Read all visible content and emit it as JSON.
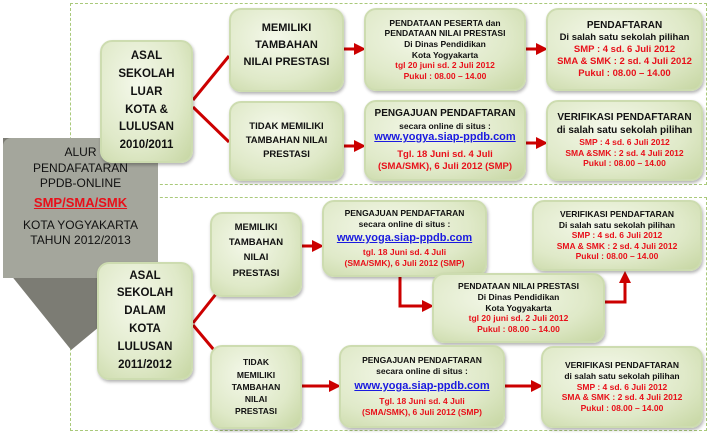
{
  "banner": {
    "line1": "ALUR",
    "line2": "PENDAFATARAN",
    "line3": "PPDB-ONLINE",
    "levels": "SMP/SMA/SMK",
    "city": "KOTA YOGYAKARTA",
    "year": "TAHUN 2012/2013"
  },
  "top": {
    "origin": {
      "l1": "ASAL",
      "l2": "SEKOLAH",
      "l3": "LUAR",
      "l4": "KOTA &",
      "l5": "LULUSAN",
      "l6": "2010/2011"
    },
    "with_prestasi": {
      "l1": "MEMILIKI",
      "l2": "TAMBAHAN",
      "l3": "NILAI PRESTASI"
    },
    "without_prestasi": {
      "l1": "TIDAK MEMILIKI",
      "l2": "TAMBAHAN NILAI",
      "l3": "PRESTASI"
    },
    "pendataan": {
      "l1": "PENDATAAN PESERTA dan",
      "l2": "PENDATAAN NILAI PRESTASI",
      "l3": "Di Dinas Pendidikan",
      "l4": "Kota Yogyakarta",
      "date": "tgl 20 juni sd. 2 Juli 2012",
      "time": "Pukul : 08.00 – 14.00"
    },
    "pendaftaran": {
      "title": "PENDAFTARAN",
      "sub": "Di salah satu sekolah pilihan",
      "smp": "SMP : 4 sd. 6 Juli 2012",
      "sma": "SMA & SMK : 2 sd. 4 Juli 2012",
      "time": "Pukul : 08.00 – 14.00"
    },
    "pengajuan": {
      "title": "PENGAJUAN PENDAFTARAN",
      "sub": "secara online di situs  :",
      "url": "www.yogya.siap-ppdb.com",
      "date1": "Tgl. 18 Juni sd. 4 Juli",
      "date2": "(SMA/SMK), 6 Juli 2012 (SMP)"
    },
    "verifikasi": {
      "title": "VERIFIKASI PENDAFTARAN",
      "sub": "di salah satu sekolah pilihan",
      "smp": "SMP : 4 sd. 6 Juli 2012",
      "sma": "SMA &SMK : 2 sd. 4 Juli 2012",
      "time": "Pukul : 08.00 – 14.00"
    }
  },
  "bottom": {
    "origin": {
      "l1": "ASAL",
      "l2": "SEKOLAH",
      "l3": "DALAM",
      "l4": "KOTA",
      "l5": "LULUSAN",
      "l6": "2011/2012"
    },
    "with_prestasi": {
      "l1": "MEMILIKI",
      "l2": "TAMBAHAN",
      "l3": "NILAI",
      "l4": "PRESTASI"
    },
    "without_prestasi": {
      "l1": "TIDAK",
      "l2": "MEMILIKI",
      "l3": "TAMBAHAN",
      "l4": "NILAI",
      "l5": "PRESTASI"
    },
    "pengajuan1": {
      "title": "PENGAJUAN PENDAFTARAN",
      "sub": "secara online di situs  :",
      "url": "www.yoga.siap-ppdb.com",
      "date1": "tgl. 18 Juni sd. 4 Juli",
      "date2": "(SMA/SMK), 6 Juli 2012 (SMP)"
    },
    "verifikasi1": {
      "title": "VERIFIKASI PENDAFTARAN",
      "sub": "Di salah satu sekolah pilihan",
      "smp": "SMP : 4 sd. 6 Juli 2012",
      "sma": "SMA & SMK : 2 sd. 4 Juli 2012",
      "time": "Pukul : 08.00 – 14.00"
    },
    "pendataan": {
      "title": "PENDATAAN NILAI PRESTASI",
      "l2": "Di Dinas Pendidikan",
      "l3": "Kota Yogyakarta",
      "date": "tgl 20 juni sd. 2 Juli 2012",
      "time": "Pukul : 08.00 – 14.00"
    },
    "pengajuan2": {
      "title": "PENGAJUAN PENDAFTARAN",
      "sub": "secara online di situs  :",
      "url": "www.yoga.siap-ppdb.com",
      "date1": "Tgl. 18 Juni sd. 4 Juli",
      "date2": "(SMA/SMK), 6 Juli 2012 (SMP)"
    },
    "verifikasi2": {
      "title": "VERIFIKASI PENDAFTARAN",
      "sub": "di salah satu sekolah pilihan",
      "smp": "SMP : 4 sd. 6 Juli 2012",
      "sma": "SMA & SMK : 2 sd. 4 Juli 2012",
      "time": "Pukul : 08.00 – 14.00"
    }
  },
  "colors": {
    "arrow": "#cc0000",
    "accent_red": "#e8101a",
    "link": "#1a1ae0"
  }
}
